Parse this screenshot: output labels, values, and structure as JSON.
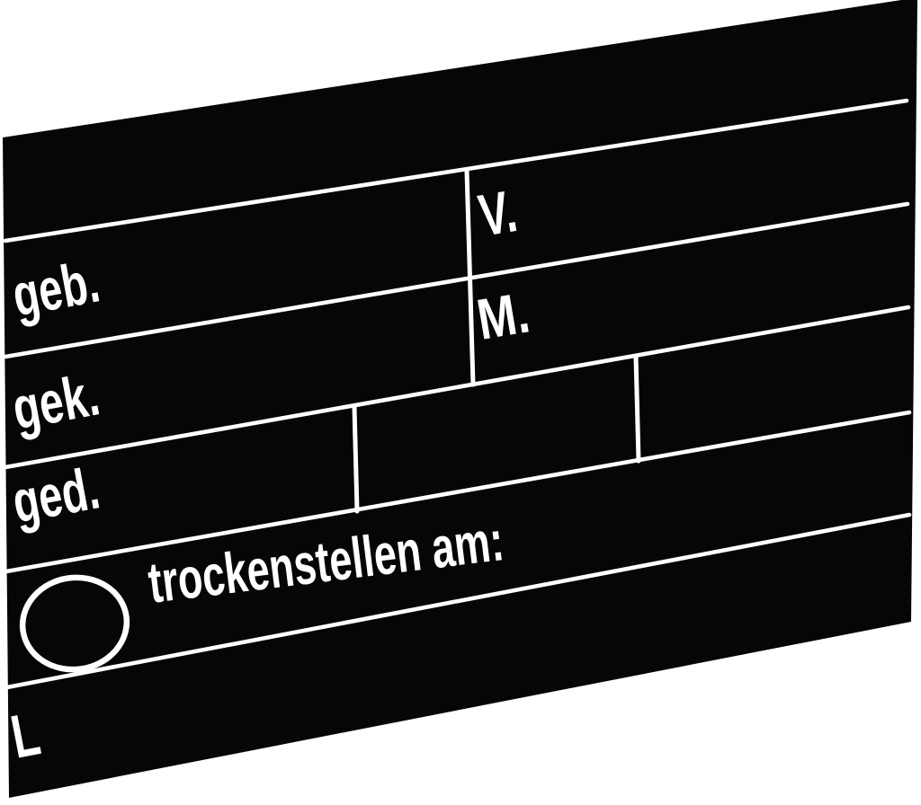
{
  "page": {
    "background": "#ffffff"
  },
  "board": {
    "surface_color": "#060606",
    "line_color": "#ffffff",
    "text_color": "#ffffff",
    "fields": {
      "geb_label": "geb.",
      "gek_label": "gek.",
      "ged_label": "ged.",
      "v_label": "V.",
      "m_label": "M.",
      "dryoff_label": "trockenstellen am:",
      "l_label": "L"
    }
  }
}
